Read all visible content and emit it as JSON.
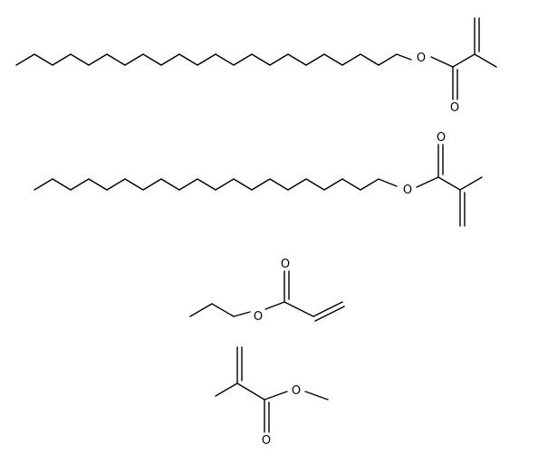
{
  "figure": {
    "description_text": "",
    "background_color": "#ffffff",
    "bond_color": "#000000"
  },
  "molecules": [
    {
      "id": "mol-1",
      "atom_labels": [
        "O",
        "O"
      ]
    },
    {
      "id": "mol-2",
      "atom_labels": [
        "O",
        "O"
      ]
    },
    {
      "id": "mol-3",
      "atom_labels": [
        "O",
        "O"
      ]
    },
    {
      "id": "mol-4",
      "atom_labels": [
        "O",
        "O"
      ]
    }
  ]
}
